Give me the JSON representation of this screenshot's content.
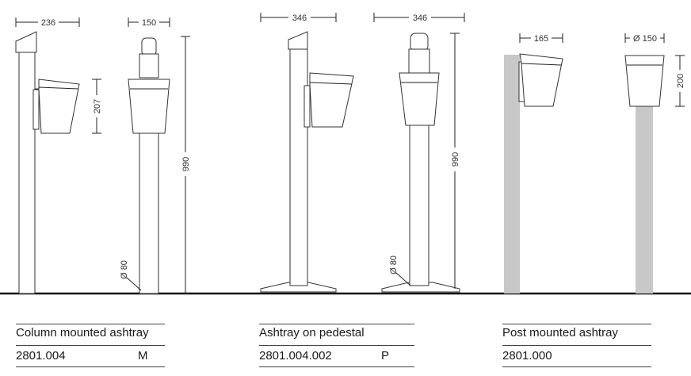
{
  "dimensions": {
    "column_width": "236",
    "column_diameter": "150",
    "column_box_height": "207",
    "column_height": "990",
    "column_pole_diameter": "Ø 80",
    "pedestal_width_side": "346",
    "pedestal_width_front": "346",
    "pedestal_height": "990",
    "pedestal_pole_diameter": "Ø 80",
    "post_width": "165",
    "post_diameter": "Ø 150",
    "post_box_height": "200"
  },
  "captions": [
    {
      "title": "Column mounted ashtray",
      "code": "2801.004",
      "variant": "M"
    },
    {
      "title": "Ashtray on pedestal",
      "code": "2801.004.002",
      "variant": "P"
    },
    {
      "title": "Post mounted ashtray",
      "code": "2801.000",
      "variant": ""
    }
  ]
}
